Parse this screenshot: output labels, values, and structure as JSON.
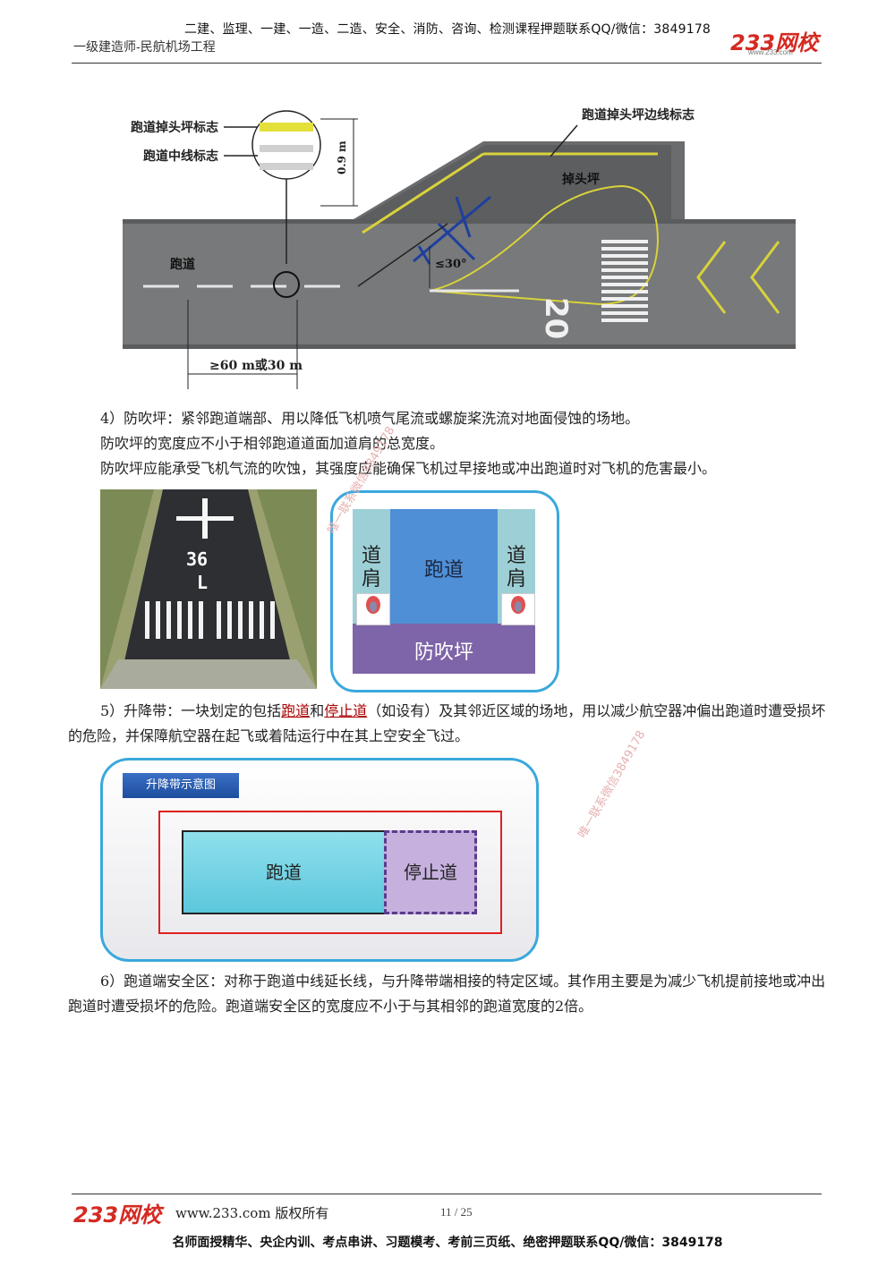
{
  "header": {
    "top_line": "二建、监理、一建、一造、二造、安全、消防、咨询、检测课程押题联系QQ/微信：3849178",
    "subtitle": "一级建造师-民航机场工程",
    "logo": "233网校",
    "logo_url": "www.233.com"
  },
  "figure1": {
    "labels": {
      "turnpad_mark": "跑道掉头坪标志",
      "centerline_mark": "跑道中线标志",
      "edge_mark": "跑道掉头坪边线标志",
      "turnpad": "掉头坪",
      "runway": "跑道",
      "height": "0.9 m",
      "angle": "≤30°",
      "distance": "≥60 m或30 m",
      "runway_number": "20"
    }
  },
  "section4": {
    "line1": "4）防吹坪：紧邻跑道端部、用以降低飞机喷气尾流或螺旋桨洗流对地面侵蚀的场地。",
    "line2": "防吹坪的宽度应不小于相邻跑道道面加道肩的总宽度。",
    "line3": "防吹坪应能承受飞机气流的吹蚀，其强度应能确保飞机过早接地或冲出跑道时对飞机的危害最小。"
  },
  "figure2": {
    "photo_text_top": "36",
    "photo_text_bottom": "L",
    "shoulder_left": "道\n肩",
    "shoulder_right": "道\n肩",
    "runway": "跑道",
    "blast_pad": "防吹坪"
  },
  "section5": {
    "prefix": "5）升降带：一块划定的包括",
    "link1": "跑道",
    "mid": "和",
    "link2": "停止道",
    "suffix": "（如设有）及其邻近区域的场地，用以减少航空器冲偏出跑道时遭受损坏的危险，并保障航空器在起飞或着陆运行中在其上空安全飞过。"
  },
  "figure3": {
    "tag": "升降带示意图",
    "runway": "跑道",
    "stopway": "停止道"
  },
  "section6": {
    "text": "6）跑道端安全区：对称于跑道中线延长线，与升降带端相接的特定区域。其作用主要是为减少飞机提前接地或冲出跑道时遭受损坏的危险。跑道端安全区的宽度应不小于与其相邻的跑道宽度的2倍。"
  },
  "watermark": {
    "text": "唯一联系微信3849178"
  },
  "footer": {
    "logo": "233网校",
    "url": "www.233.com 版权所有",
    "page": "11 / 25",
    "bottom_line": "名师面授精华、央企内训、考点串讲、习题模考、考前三页纸、绝密押题联系QQ/微信：3849178"
  },
  "colors": {
    "brand_red": "#d42a22",
    "runway_blue": "#4f8fd6",
    "shoulder_teal": "#9dd0d6",
    "blastpad_purple": "#7e64a8",
    "frame_blue": "#3aa8dc"
  }
}
